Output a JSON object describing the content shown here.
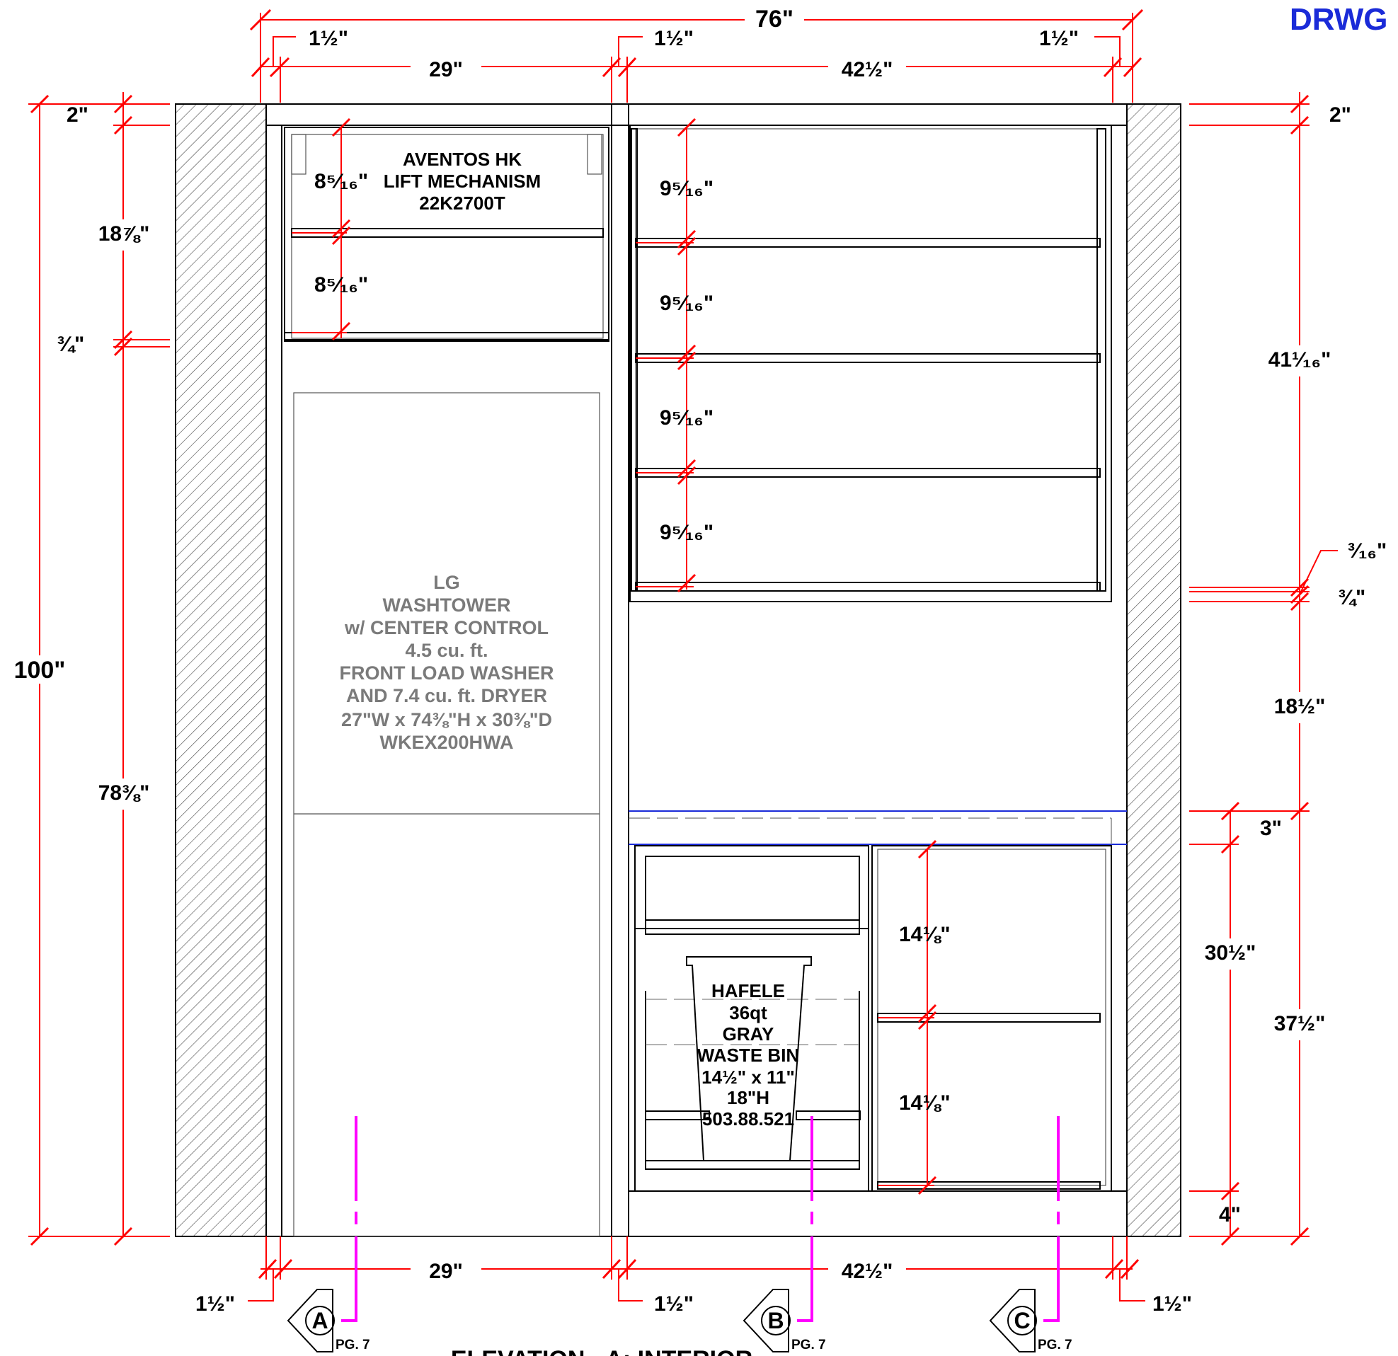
{
  "drawing_tag": "DRWG",
  "title": "ELEVATION - A: INTERIOR",
  "dims": {
    "overall_width": "76\"",
    "overall_height": "100\"",
    "left_width": "29\"",
    "right_width": "42½\"",
    "stile": "1½\"",
    "top_gap_left": "2\"",
    "top_gap_right": "2\"",
    "upper_left_height": "18⅞\"",
    "divider_left": "¾\"",
    "lower_left_height": "78⅜\"",
    "lift_cubby_1": "8⁵⁄₁₆\"",
    "lift_cubby_2": "8⁵⁄₁₆\"",
    "upper_right_shelf_1": "9⁵⁄₁₆\"",
    "upper_right_shelf_2": "9⁵⁄₁₆\"",
    "upper_right_shelf_3": "9⁵⁄₁₆\"",
    "upper_right_shelf_4": "9⁵⁄₁₆\"",
    "upper_right_height": "41¹⁄₁₆\"",
    "gap_3_16": "³⁄₁₆\"",
    "gap_3_4": "¾\"",
    "open_space": "18½\"",
    "countertop": "3\"",
    "base_height": "30½\"",
    "base_total": "37½\"",
    "toe_kick": "4\"",
    "base_shelf_1": "14⅛\"",
    "base_shelf_2": "14⅛\""
  },
  "labels": {
    "lift": [
      "AVENTOS HK",
      "LIFT MECHANISM",
      "22K2700T"
    ],
    "washer": [
      "LG",
      "WASHTOWER",
      "w/ CENTER CONTROL",
      "4.5 cu. ft.",
      "FRONT LOAD WASHER",
      "AND 7.4 cu. ft. DRYER",
      "27\"W x 74⅜\"H x 30⅜\"D",
      "WKEX200HWA"
    ],
    "bin": [
      "HAFELE",
      "36qt",
      "GRAY",
      "WASTE BIN",
      "14½\" x 11\"",
      "18\"H",
      "503.88.521"
    ]
  },
  "section_refs": [
    {
      "letter": "A",
      "page": "PG. 7"
    },
    {
      "letter": "B",
      "page": "PG. 7"
    },
    {
      "letter": "C",
      "page": "PG. 7"
    }
  ],
  "colors": {
    "dimension": "#ff0000",
    "section_line": "#ff00ff",
    "countertop": "#1a2bd8",
    "appliance_text": "#7a7a7a"
  }
}
